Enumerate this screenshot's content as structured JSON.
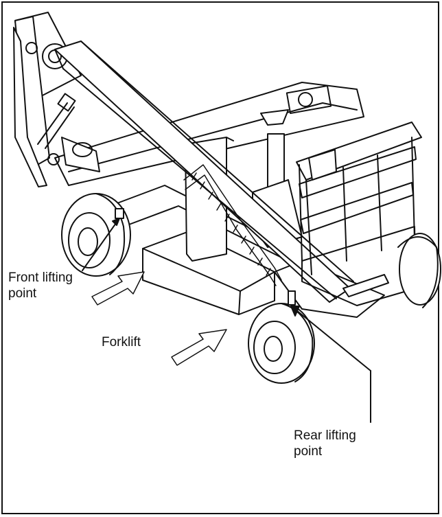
{
  "labels": {
    "front_lifting_point": [
      "Front lifting",
      "point"
    ],
    "forklift": "Forklift",
    "rear_lifting_point": [
      "Rear lifting",
      "point"
    ]
  },
  "colors": {
    "line": "#111111",
    "background": "#ffffff"
  }
}
